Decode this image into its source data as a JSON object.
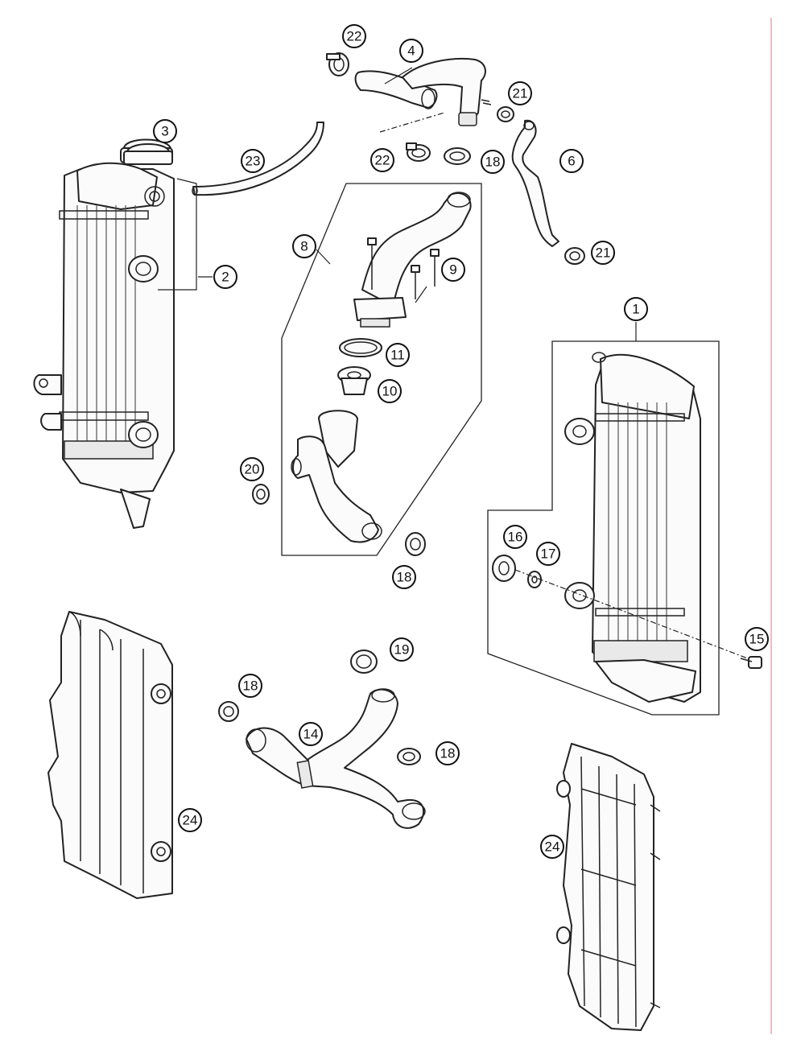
{
  "callouts": {
    "c1": "1",
    "c2": "2",
    "c3": "3",
    "c4": "4",
    "c6": "6",
    "c8": "8",
    "c9": "9",
    "c10": "10",
    "c11": "11",
    "c14": "14",
    "c15": "15",
    "c16": "16",
    "c17": "17",
    "c18a": "18",
    "c18b": "18",
    "c18c": "18",
    "c18d": "18",
    "c19": "19",
    "c20": "20",
    "c21a": "21",
    "c21b": "21",
    "c22a": "22",
    "c22b": "22",
    "c23": "23",
    "c24a": "24",
    "c24b": "24"
  },
  "colors": {
    "line": "#222222",
    "fill": "#fbfbfb",
    "margin_line": "#f3a3a3"
  }
}
